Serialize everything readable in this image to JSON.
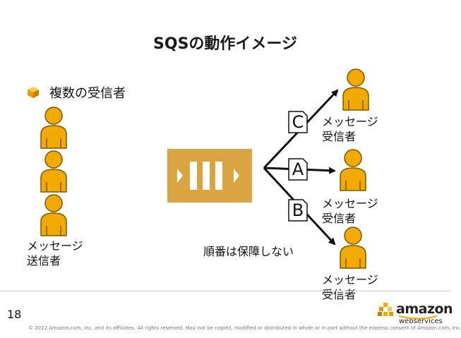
{
  "slide": {
    "title": "SQSの動作イメージ",
    "bullet": "複数の受信者",
    "sender_label_line1": "メッセージ",
    "sender_label_line2": "送信者",
    "receiver_label_line1": "メッセージ",
    "receiver_label_line2": "受信者",
    "order_note": "順番は保障しない",
    "messages": [
      "C",
      "A",
      "B"
    ],
    "page_number": "18",
    "copyright": "© 2012 Amazon.com, Inc. and its affiliates. All rights reserved. May not be copied, modified or distributed in whole or in part without the express consent of Amazon.com, Inc.",
    "logo_word": "amazon",
    "logo_sub": "webservices"
  },
  "colors": {
    "accent_orange": "#F2A900",
    "person_outline": "#7a5a00",
    "queue_gold": "#D9A441",
    "arrow": "#111111"
  },
  "icons": [
    "cube-bullet-icon",
    "person-icon",
    "queue-icon",
    "document-icon",
    "arrow-icon",
    "aws-logo-icon"
  ]
}
